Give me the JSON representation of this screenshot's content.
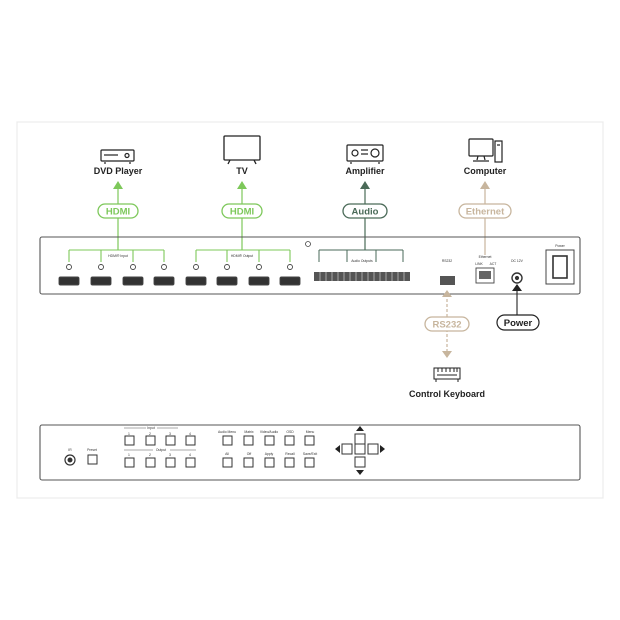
{
  "devices": {
    "dvd_player": "DVD Player",
    "tv": "TV",
    "amplifier": "Amplifier",
    "computer": "Computer",
    "control_keyboard": "Control Keyboard",
    "power": "Power"
  },
  "connections": {
    "hdmi_in": "HDMI",
    "hdmi_out": "HDMI",
    "audio": "Audio",
    "ethernet": "Ethernet",
    "rs232": "RS232"
  },
  "rear_panel": {
    "hdmi_input": "HDMI® Input",
    "hdmi_output": "HDMI® Output",
    "audio_outputs": "Audio Outputs",
    "rs232": "RS232",
    "ethernet": "Ethernet",
    "power_switch": "Power",
    "dc_in": "DC 12V",
    "link": "LINK",
    "act": "ACT"
  },
  "front_panel": {
    "ir": "IR",
    "preset": "Preset",
    "input": "Input",
    "output": "Output",
    "input_numbers": [
      "1",
      "2",
      "3",
      "4"
    ],
    "output_numbers": [
      "1",
      "2",
      "3",
      "4"
    ],
    "function_buttons_top": [
      "Audio Menu",
      "Matrix",
      "Video/Audio",
      "OSD",
      "Menu"
    ],
    "function_buttons_bottom": [
      "All",
      "Off",
      "Apply",
      "Recall",
      "Save/Exit"
    ]
  },
  "colors": {
    "hdmi": "#7dc85a",
    "audio": "#4a6a58",
    "ethernet": "#c7b59d",
    "rs232": "#c7b59d",
    "power": "#1a1a1a",
    "panel_stroke": "#555555",
    "frame": "#f0f0f0"
  }
}
